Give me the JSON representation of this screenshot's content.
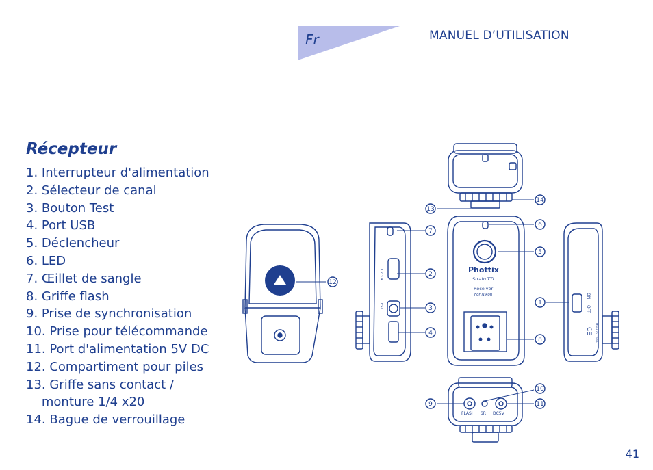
{
  "header": {
    "lang": "Fr",
    "title": "MANUEL D’UTILISATION"
  },
  "section": {
    "title": "Récepteur",
    "items": [
      "1. Interrupteur d'alimentation",
      "2. Sélecteur de canal",
      "3. Bouton Test",
      "4. Port USB",
      "5. Déclencheur",
      "6. LED",
      "7. Œillet de sangle",
      "8. Griffe flash",
      "9. Prise de synchronisation",
      "10. Prise pour télécommande",
      "11. Port d'alimentation 5V DC",
      "12. Compartiment pour piles",
      "13. Griffe sans contact /",
      "    monture 1/4 x20",
      "14. Bague de verrouillage"
    ]
  },
  "device": {
    "brand": "Phottix",
    "model": "Strato TTL",
    "type": "Receiver",
    "compat": "For Nikon",
    "port_labels": [
      "FLASH",
      "SR",
      "DC5V"
    ],
    "switch_on": "ON",
    "switch_off": "OFF",
    "channels": "1 2 3 4",
    "ce_mark": "CE",
    "origin": "Made in China",
    "test_label": "TEST"
  },
  "callouts": [
    "1",
    "2",
    "3",
    "4",
    "5",
    "6",
    "7",
    "8",
    "9",
    "10",
    "11",
    "12",
    "13",
    "14"
  ],
  "footer": {
    "page": "41"
  },
  "colors": {
    "primary": "#1f3f8f",
    "tab": "#b8bdea"
  }
}
